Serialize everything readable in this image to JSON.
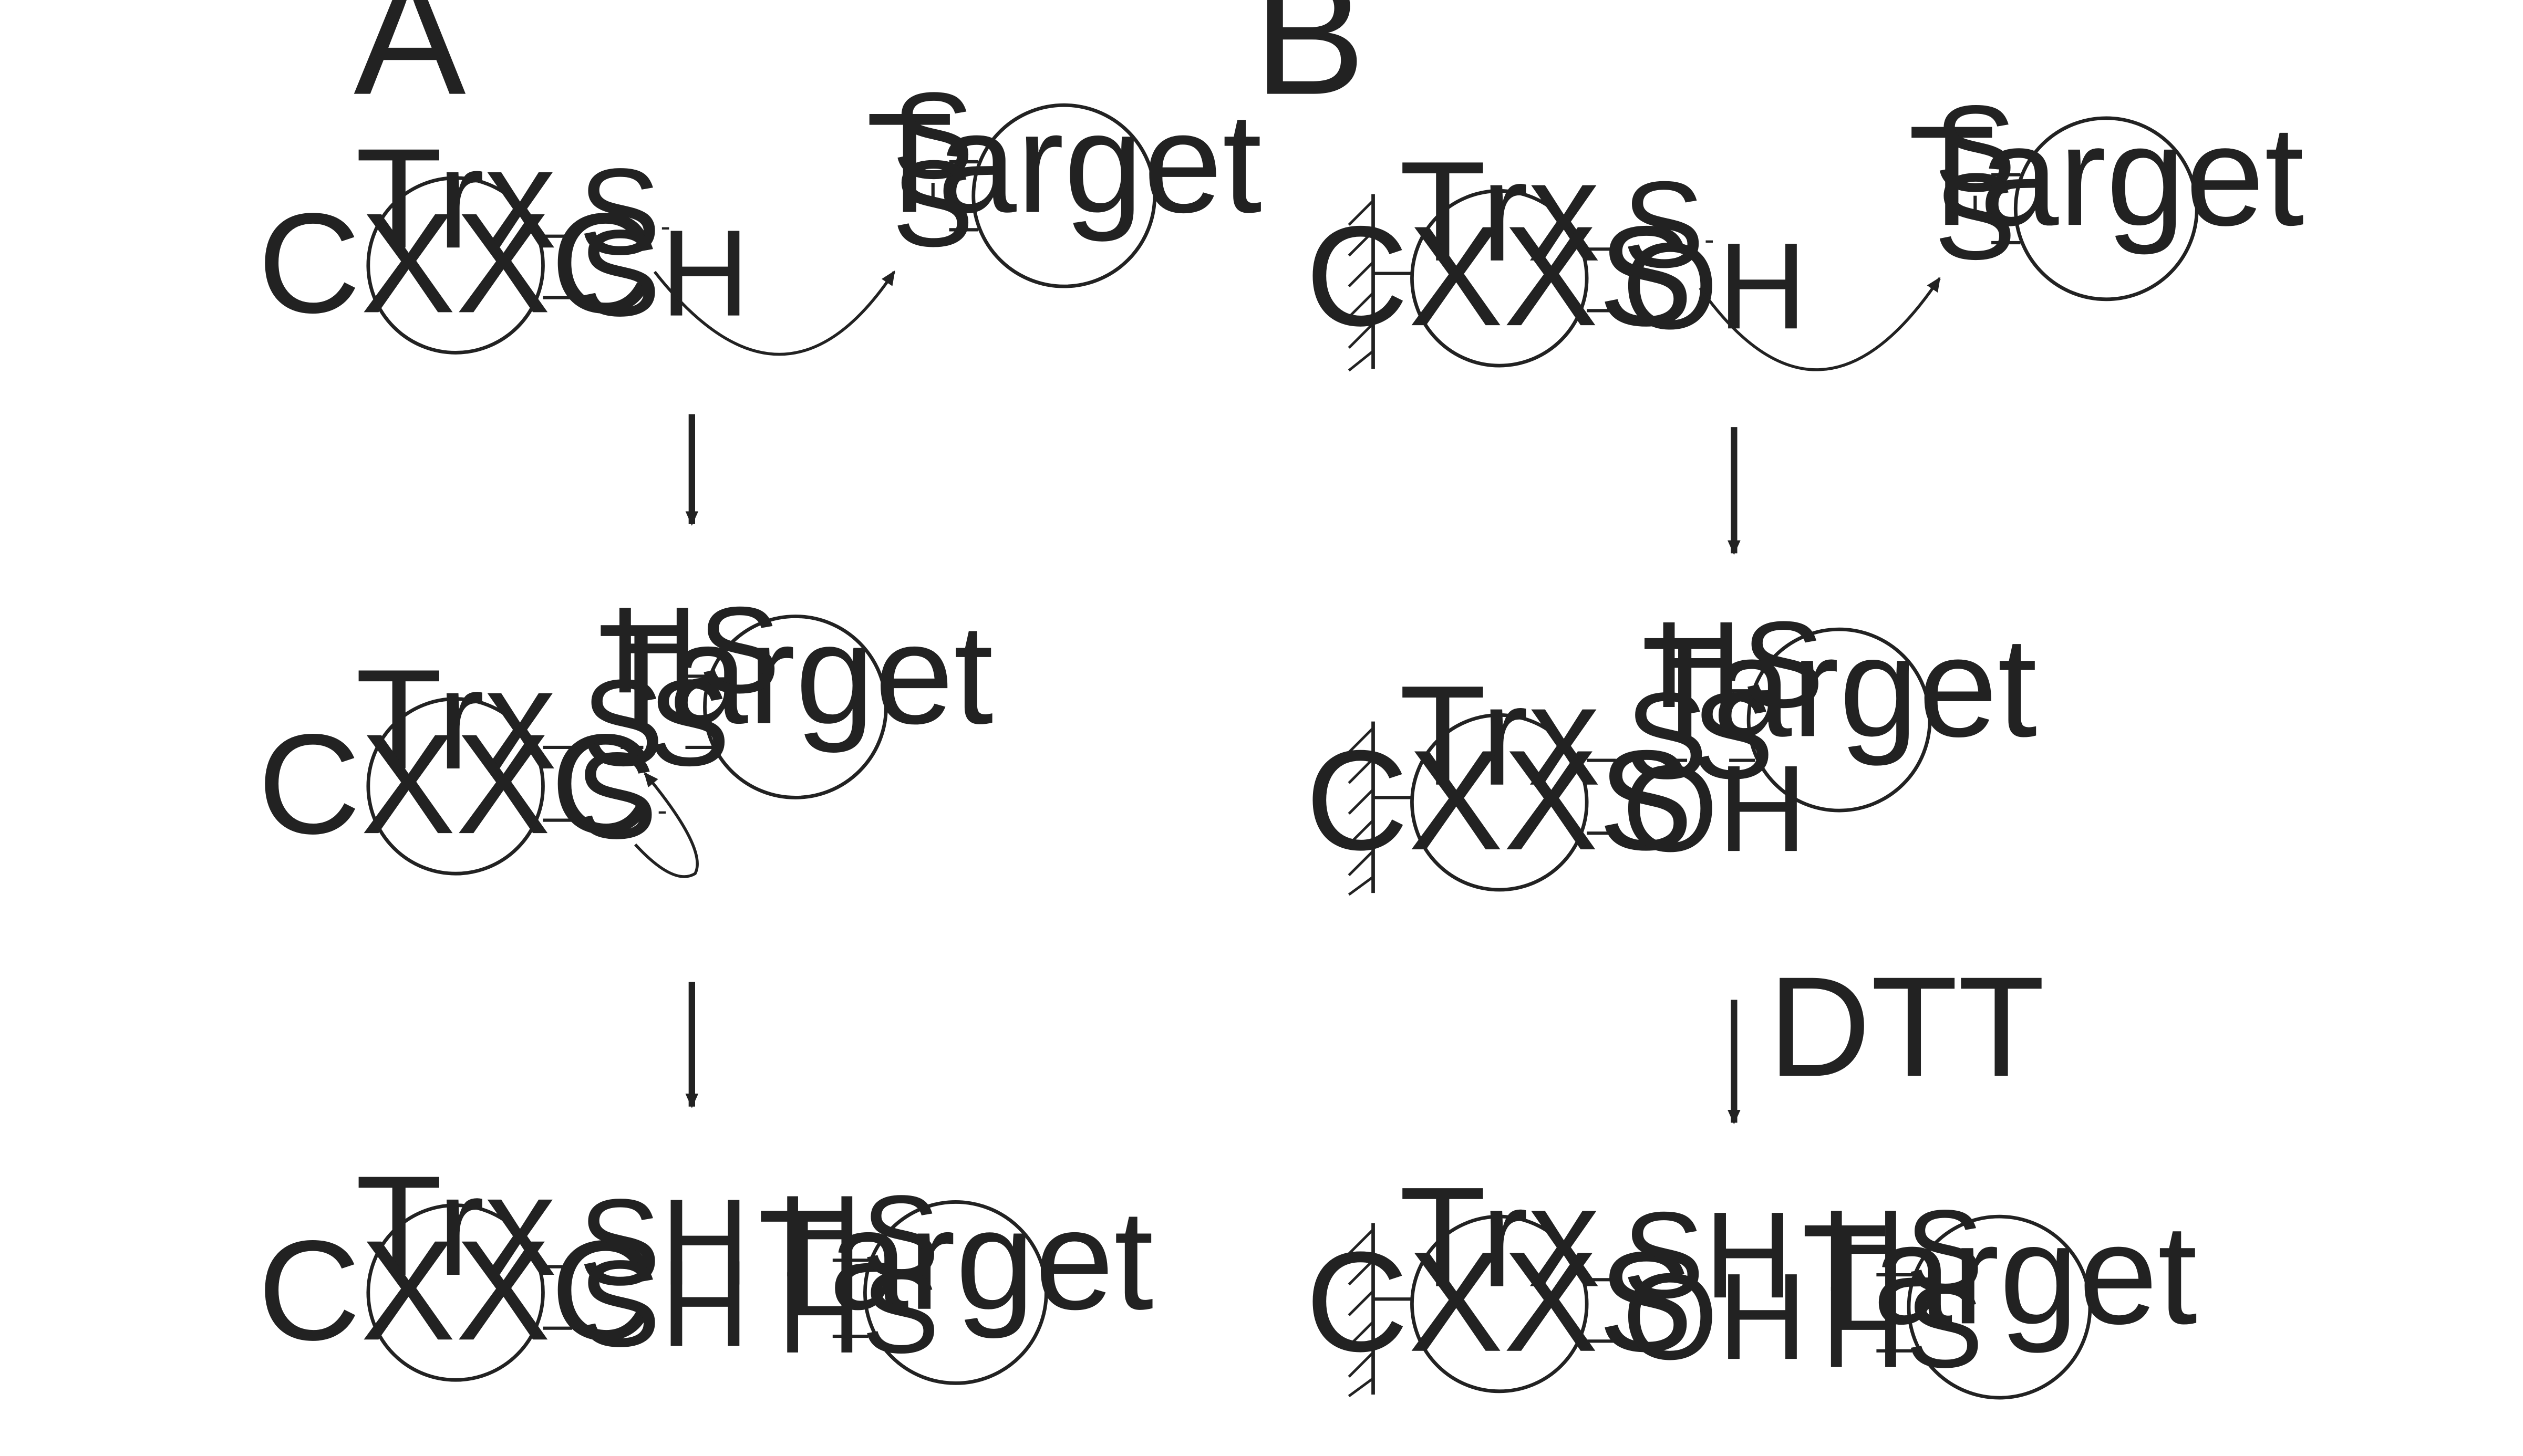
{
  "panels": [
    {
      "letter": "A",
      "motif": "CXXC",
      "step1": {
        "top": "S-",
        "bottom": "SH"
      },
      "step2": {
        "hs": "HS",
        "bridge_left": "S",
        "bridge_right": "S",
        "bottom": "S-"
      },
      "step3": {
        "top": "SH",
        "bottom": "SH"
      },
      "arrow2_label": ""
    },
    {
      "letter": "B",
      "motif": "CXXS",
      "step1": {
        "top": "S-",
        "bottom": "OH"
      },
      "step2": {
        "hs": "HS",
        "bridge_left": "S",
        "bridge_right": "S",
        "bottom": "OH"
      },
      "step3": {
        "top": "SH",
        "bottom": "OH"
      },
      "arrow2_label": "DTT"
    }
  ],
  "common": {
    "trx": "Trx",
    "target": "Target",
    "s": "S",
    "hs": "HS",
    "minus": "-"
  },
  "colors": {
    "ink": "#222222",
    "background": "#ffffff"
  }
}
